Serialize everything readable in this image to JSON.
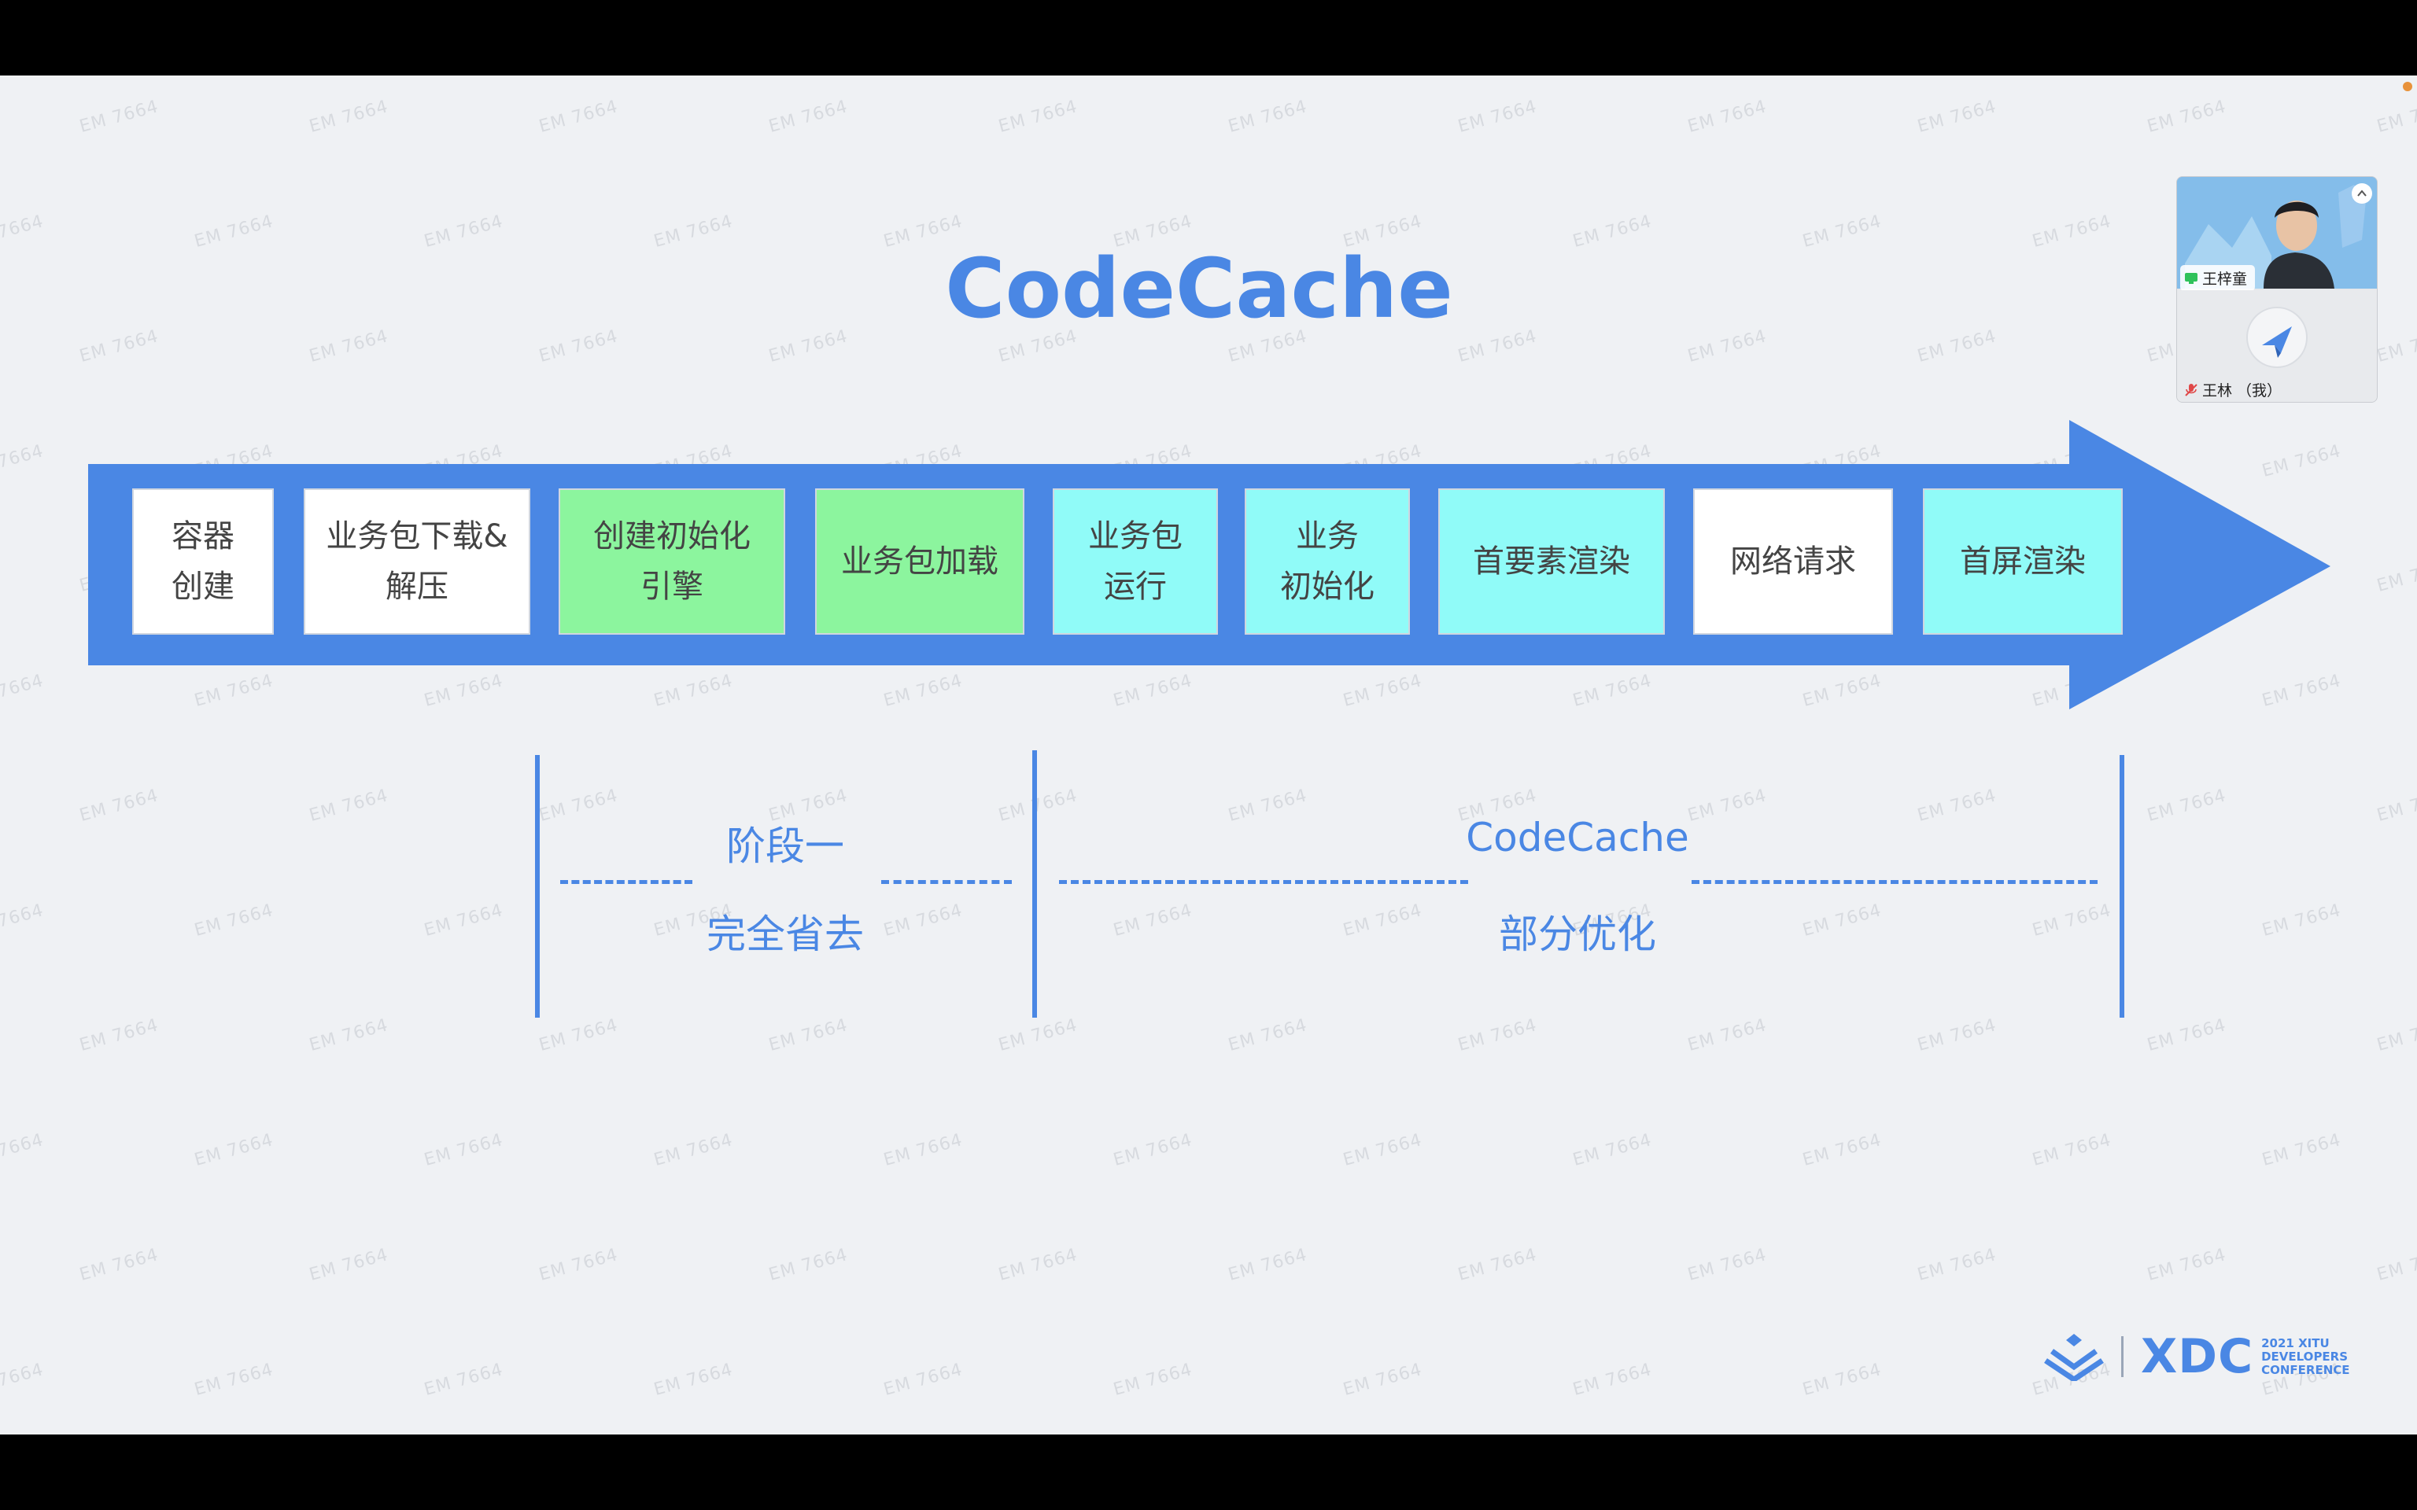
{
  "slide": {
    "title": "CodeCache",
    "watermark": "EM 7664",
    "steps": [
      {
        "label": "容器\n创建",
        "color": "white"
      },
      {
        "label": "业务包下载&\n解压",
        "color": "white"
      },
      {
        "label": "创建初始化\n引擎",
        "color": "green"
      },
      {
        "label": "业务包加载",
        "color": "green"
      },
      {
        "label": "业务包\n运行",
        "color": "cyan"
      },
      {
        "label": "业务\n初始化",
        "color": "cyan"
      },
      {
        "label": "首要素渲染",
        "color": "cyan"
      },
      {
        "label": "网络请求",
        "color": "white"
      },
      {
        "label": "首屏渲染",
        "color": "cyan"
      }
    ],
    "phase1": {
      "top": "阶段一",
      "bottom": "完全省去"
    },
    "phase2": {
      "top": "CodeCache",
      "bottom": "部分优化"
    },
    "logo": {
      "text": "XDC",
      "line1": "2021 XITU",
      "line2": "DEVELOPERS",
      "line3": "CONFERENCE"
    }
  },
  "video_panel": {
    "participant1": "王梓童",
    "participant2": "王林 （我）",
    "collapse_icon": "chevron-up-icon"
  },
  "colors": {
    "accent": "#4a87e4",
    "arrow": "#4a87e4",
    "step_white": "#ffffff",
    "step_green": "#8cf59e",
    "step_cyan": "#90fbf8",
    "slide_bg": "#eff1f4"
  }
}
